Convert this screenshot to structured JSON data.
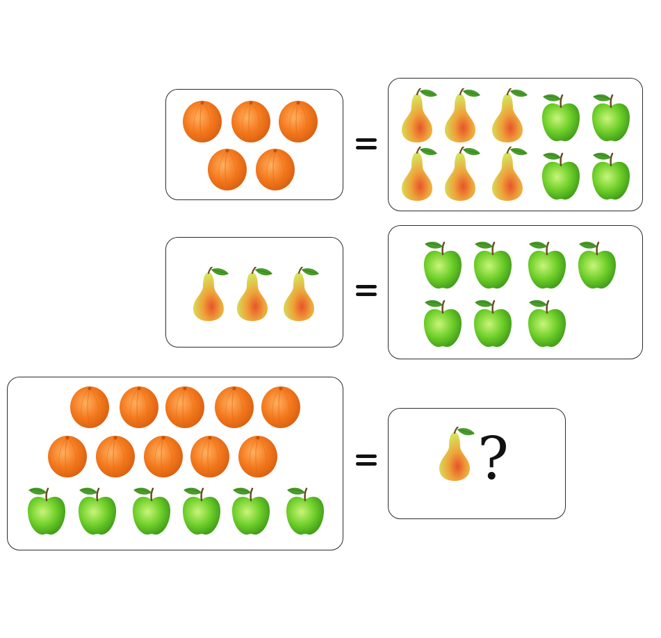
{
  "puzzle": {
    "equations": [
      {
        "left": {
          "orange": 5
        },
        "right": {
          "pear": 6,
          "apple": 4
        }
      },
      {
        "left": {
          "pear": 3
        },
        "right": {
          "apple": 7
        }
      },
      {
        "left": {
          "orange": 10,
          "apple": 6
        },
        "right": {
          "pear": 1,
          "unknown": true
        }
      }
    ],
    "icons": [
      "orange-icon",
      "pear-icon",
      "apple-icon",
      "equals-sign-icon"
    ],
    "question_mark": "?",
    "colors": {
      "orange": "#f47a1f",
      "pear": "#d8d84a",
      "pear_blush": "#e8542a",
      "apple": "#6fcf2a",
      "leaf": "#4a9b2c",
      "border": "#2a2a2a"
    }
  }
}
